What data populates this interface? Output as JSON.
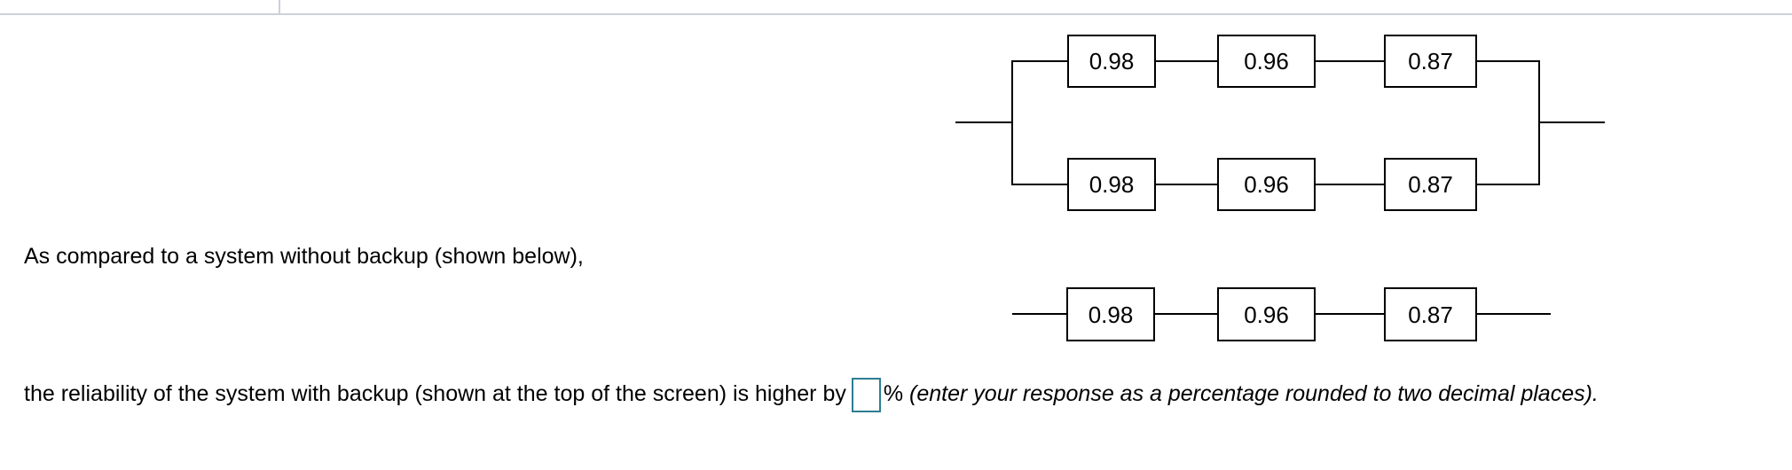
{
  "header": {
    "divider_color": "#ccd1da"
  },
  "question": {
    "compare_text": "As compared to a system without backup (shown below),",
    "answer_prefix": "the reliability of the system with backup (shown at the top of the screen) is higher by",
    "percent_sign": "%",
    "answer_note_italic": "(enter your response as a percentage rounded to two decimal places).",
    "answer_input": {
      "value": "",
      "border_color": "#2d7d92"
    }
  },
  "diagram_with_backup": {
    "branches": [
      {
        "values": [
          "0.98",
          "0.96",
          "0.87"
        ]
      },
      {
        "values": [
          "0.98",
          "0.96",
          "0.87"
        ]
      }
    ]
  },
  "diagram_without_backup": {
    "values": [
      "0.98",
      "0.96",
      "0.87"
    ]
  },
  "colors": {
    "diagram_line": "#000000",
    "text": "#000000"
  }
}
